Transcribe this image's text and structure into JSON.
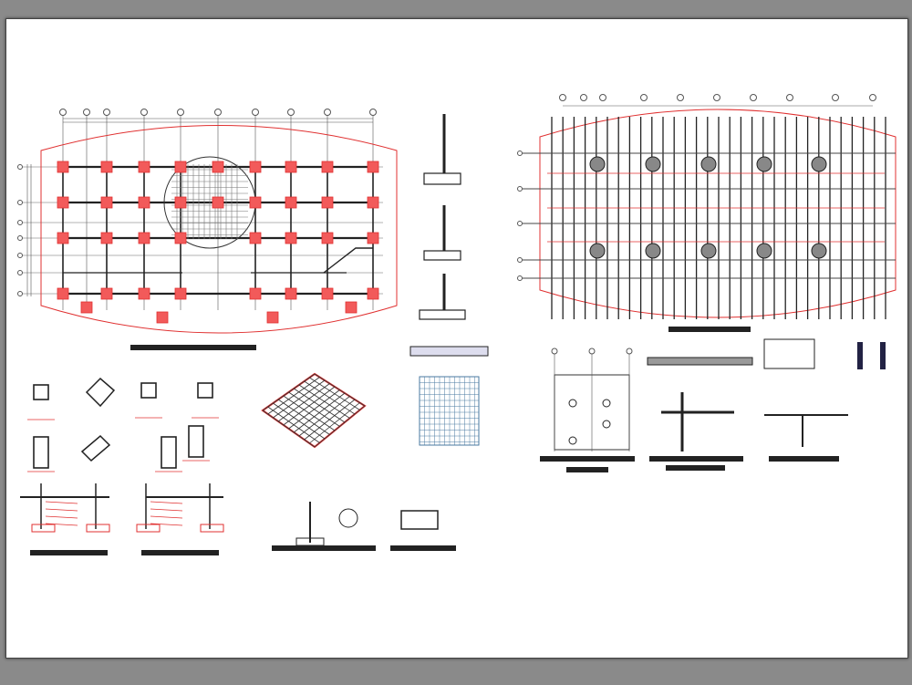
{
  "sheet": {
    "background": "#8a8a8a",
    "paper": "#ffffff",
    "line_color": "#333333",
    "accent_red": "#e03030",
    "annotation_blue": "#1a3a8a"
  },
  "drawings": [
    {
      "kind": "foundation-plan-left"
    },
    {
      "kind": "roof-framing-plan-right"
    },
    {
      "kind": "column-sections"
    },
    {
      "kind": "footing-details"
    },
    {
      "kind": "isometric-rebar-mesh"
    },
    {
      "kind": "connection-details"
    }
  ]
}
